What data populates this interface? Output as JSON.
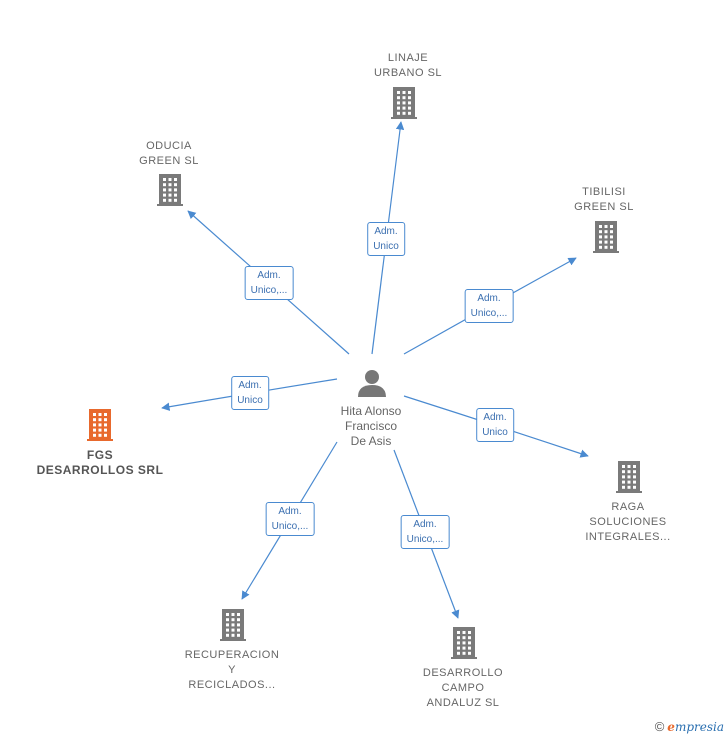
{
  "center": {
    "name_lines": [
      "Hita Alonso",
      "Francisco",
      "De Asis"
    ]
  },
  "nodes": [
    {
      "id": "linaje",
      "lines": [
        "LINAJE",
        "URBANO SL"
      ],
      "highlight": false
    },
    {
      "id": "oducia",
      "lines": [
        "ODUCIA",
        "GREEN  SL"
      ],
      "highlight": false
    },
    {
      "id": "tibilisi",
      "lines": [
        "TIBILISI",
        "GREEN  SL"
      ],
      "highlight": false
    },
    {
      "id": "fgs",
      "lines": [
        "FGS",
        "DESARROLLOS SRL"
      ],
      "highlight": true
    },
    {
      "id": "raga",
      "lines": [
        "RAGA",
        "SOLUCIONES",
        "INTEGRALES..."
      ],
      "highlight": false
    },
    {
      "id": "recuperacion",
      "lines": [
        "RECUPERACION",
        "Y",
        "RECICLADOS..."
      ],
      "highlight": false
    },
    {
      "id": "desarrollo",
      "lines": [
        "DESARROLLO",
        "CAMPO",
        "ANDALUZ  SL"
      ],
      "highlight": false
    }
  ],
  "edges": [
    {
      "to": "linaje",
      "label_lines": [
        "Adm.",
        "Unico"
      ]
    },
    {
      "to": "oducia",
      "label_lines": [
        "Adm.",
        "Unico,..."
      ]
    },
    {
      "to": "tibilisi",
      "label_lines": [
        "Adm.",
        "Unico,..."
      ]
    },
    {
      "to": "fgs",
      "label_lines": [
        "Adm.",
        "Unico"
      ]
    },
    {
      "to": "raga",
      "label_lines": [
        "Adm.",
        "Unico"
      ]
    },
    {
      "to": "recuperacion",
      "label_lines": [
        "Adm.",
        "Unico,..."
      ]
    },
    {
      "to": "desarrollo",
      "label_lines": [
        "Adm.",
        "Unico,..."
      ]
    }
  ],
  "colors": {
    "edge": "#4a8ad0",
    "building": "#7a7a7a",
    "highlight": "#e8692d",
    "person": "#777777"
  },
  "footer": {
    "copyright": "©",
    "brand_first": "e",
    "brand_rest": "mpresia"
  }
}
